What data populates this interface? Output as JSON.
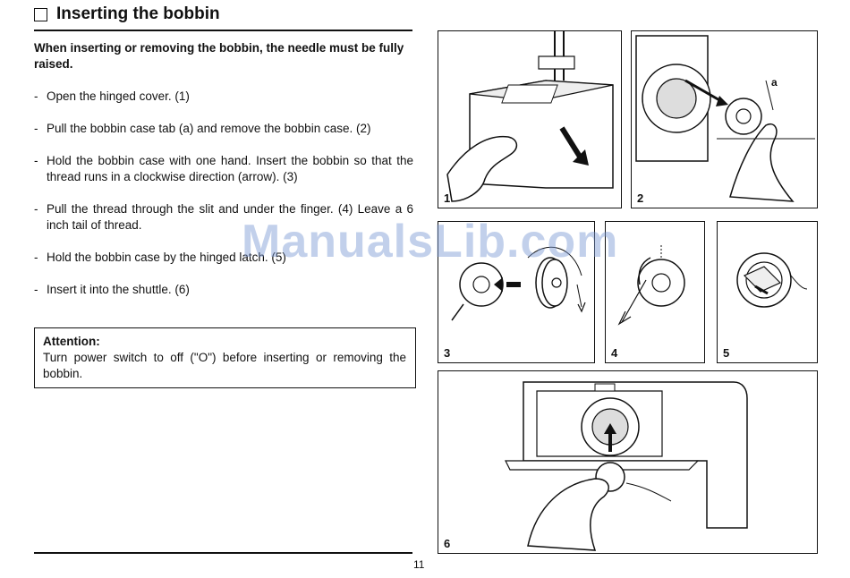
{
  "title": "Inserting the bobbin",
  "intro": "When inserting or removing the bobbin, the needle must be fully raised.",
  "steps": [
    "Open the hinged cover. (1)",
    "Pull the bobbin case tab (a) and remove the bobbin case. (2)",
    "Hold the bobbin case with one hand. Insert the bobbin so that the thread runs in a clockwise direction (arrow). (3)",
    "Pull the thread through the slit and under the finger. (4) Leave a 6 inch tail of thread.",
    "Hold the bobbin case by the hinged latch. (5)",
    "Insert it into the shuttle. (6)"
  ],
  "step_marker": "-",
  "attention": {
    "heading": "Attention:",
    "body": "Turn power switch to off (\"O\") before inserting or removing the bobbin."
  },
  "figures": [
    {
      "number": "1"
    },
    {
      "number": "2",
      "label": "a"
    },
    {
      "number": "3"
    },
    {
      "number": "4"
    },
    {
      "number": "5"
    },
    {
      "number": "6"
    }
  ],
  "page_number": "11",
  "watermark": "ManualsLib.com"
}
